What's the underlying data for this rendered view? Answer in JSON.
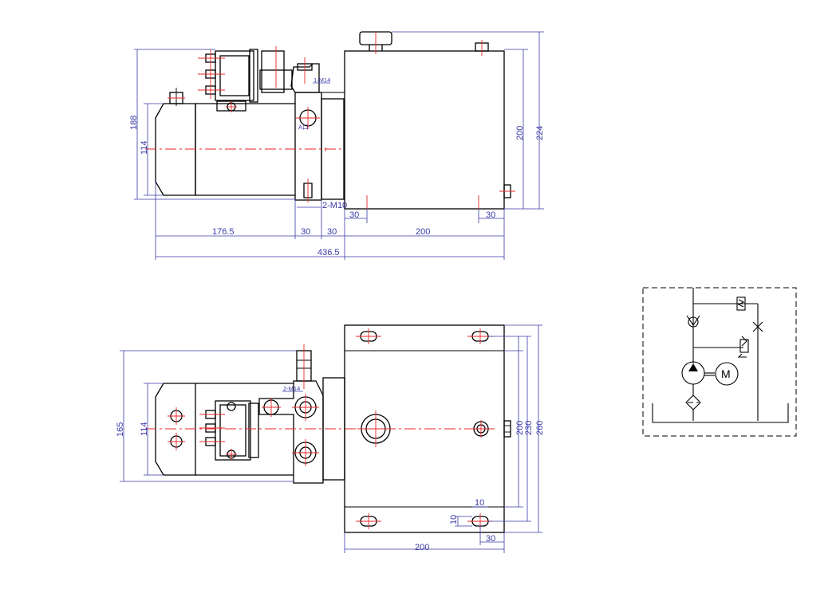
{
  "side_view": {
    "labels": {
      "port_label": "1-M14",
      "suction_label": "A口",
      "bolt_label": "2-M10"
    },
    "dimensions": {
      "motor_height": "114",
      "overall_height": "188",
      "tank_height": "200",
      "total_height": "224",
      "motor_length": "176.5",
      "block_width": "30",
      "flange_width": "30",
      "tank_length": "200",
      "bolt_offset_left": "30",
      "bolt_offset_right": "30",
      "total_length": "436.5"
    }
  },
  "top_view": {
    "labels": {
      "port_label": "2-M14"
    },
    "dimensions": {
      "motor_width": "114",
      "overall_width": "165",
      "tank_width": "200",
      "hole_spacing": "230",
      "total_width": "260",
      "tank_length": "200",
      "edge_offset": "30",
      "slot_width": "10",
      "slot_height": "10"
    }
  },
  "hydraulic_schematic": {
    "motor_symbol": "M"
  }
}
